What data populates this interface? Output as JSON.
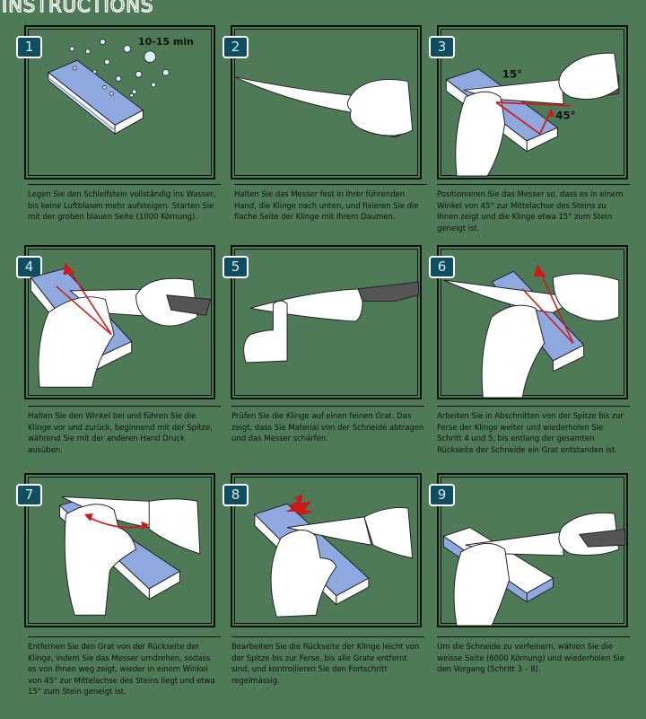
{
  "title": "INSTRUCTIONS",
  "colors": {
    "badge": "#0f4d5f",
    "stone_blue": "#8fa9e0",
    "stone_white": "#ffffff",
    "arrow_red": "#cc1a1a",
    "handle": "#555555",
    "border": "#111111"
  },
  "steps": [
    {
      "number": "1",
      "illustration": "stone-soaking-in-water-with-bubbles",
      "duration": "10-15 min",
      "text": "Legen Sie den Schleifstein vollständig ins Wasser, bis keine Luftblasen mehr aufsteigen. Starten Sie mit der groben blauen Seite (1000 Körnung)."
    },
    {
      "number": "2",
      "illustration": "hand-holding-knife-blade-down",
      "text": "Halten Sie das Messer fest in Ihrer führenden Hand, die Klinge nach unten, und fixieren Sie die flache Seite der Klinge mit Ihrem Daumen."
    },
    {
      "number": "3",
      "illustration": "knife-angled-on-stone",
      "angle_blade": "15°",
      "angle_axis": "45°",
      "text": "Positionieren Sie das Messer so, dass es in einem Winkel von 45° zur Mittelachse des Steins zu Ihnen zeigt und die Klinge etwa 15° zum Stein geneigt ist."
    },
    {
      "number": "4",
      "illustration": "sharpening-stroke-arrow",
      "text": "Halten Sie den Winkel bei und führen Sie die Klinge vor und zurück, beginnend mit der Spitze, während Sie mit der anderen Hand Druck ausüben."
    },
    {
      "number": "5",
      "illustration": "thumb-checking-burr",
      "text": "Prüfen Sie die Klinge auf einen feinen Grat. Das zeigt, dass Sie Material von der Schneide abtragen und das Messer schärfen."
    },
    {
      "number": "6",
      "illustration": "sharpening-sections-tip-to-heel",
      "text": "Arbeiten Sie in Abschnitten von der Spitze bis zur Ferse der Klinge weiter und wiederholen Sie Schritt 4 und 5, bis entlang der gesamten Rückseite der Schneide ein Grat entstanden ist."
    },
    {
      "number": "7",
      "illustration": "flipped-knife-double-arrow",
      "text": "Entfernen Sie den Grat von der Rückseite der Klinge, indem Sie das Messer umdrehen, sodass es von Ihnen weg zeigt, wieder in einem Winkel von 45° zur Mittelachse des Steins liegt und etwa 15° zum Stein geneigt ist."
    },
    {
      "number": "8",
      "illustration": "burr-removal-spark",
      "text": "Bearbeiten Sie die Rückseite der Klinge leicht von der Spitze bis zur Ferse, bis alle Grate entfernt sind, und kontrollieren Sie den Fortschritt regelmässig."
    },
    {
      "number": "9",
      "illustration": "white-side-fine-grit",
      "text": "Um die Schneide zu verfeinern, wählen Sie die weisse Seite (6000 Körnung) und wiederholen Sie den Vorgang (Schritt 3 – 8)."
    }
  ]
}
